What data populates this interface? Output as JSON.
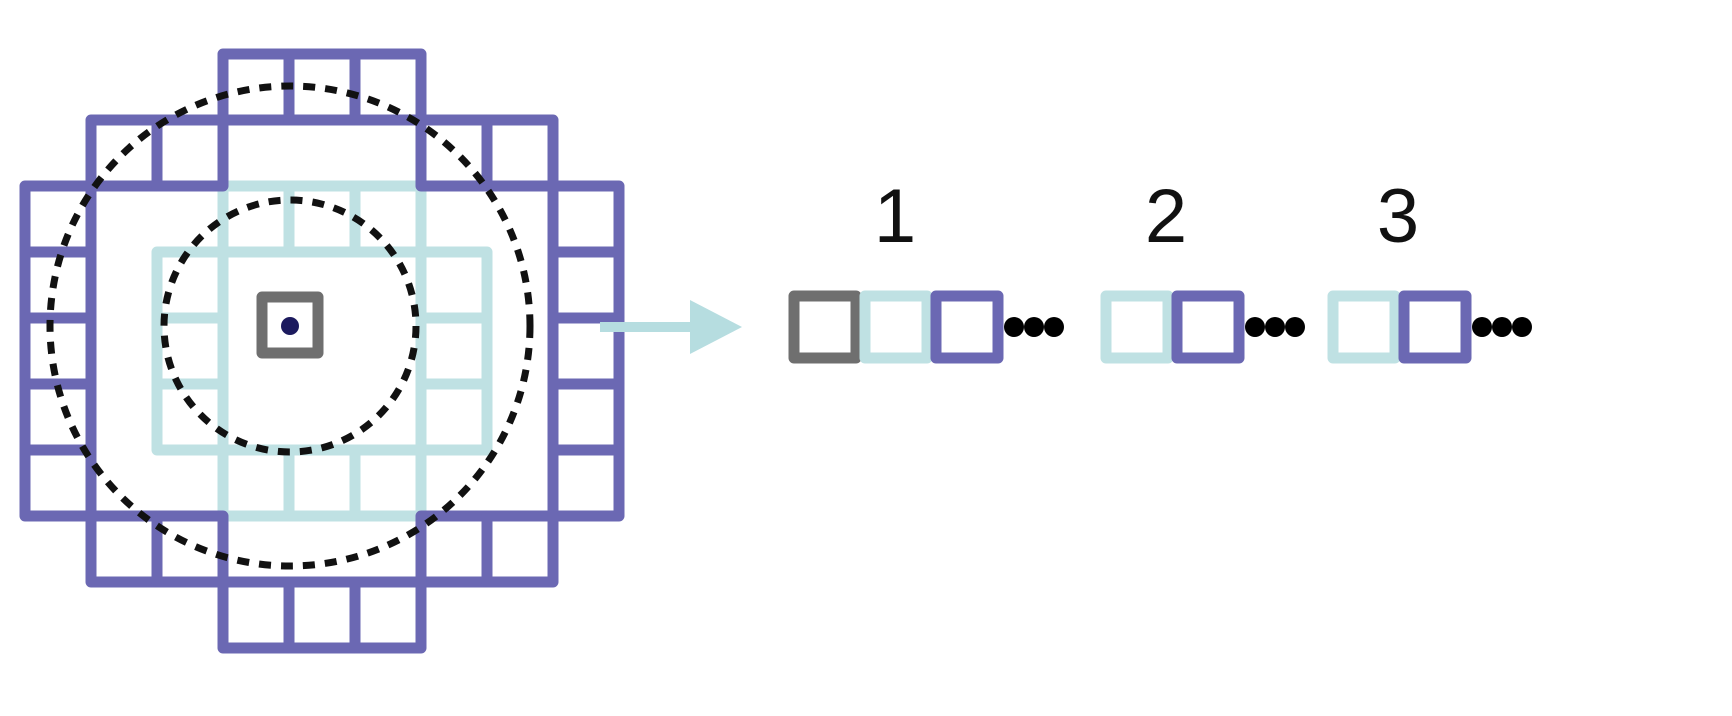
{
  "colors": {
    "outer_ring": "#6b68b3",
    "inner_ring": "#bfe1e3",
    "center": "#6f6f6f",
    "center_dot": "#1c1a5e",
    "arrow": "#b6dde0",
    "dashed_circle": "#111111",
    "ellipsis": "#000000"
  },
  "sequence": {
    "groups": [
      {
        "label": "1",
        "cells": [
          "center",
          "inner_ring",
          "outer_ring"
        ]
      },
      {
        "label": "2",
        "cells": [
          "inner_ring",
          "outer_ring"
        ]
      },
      {
        "label": "3",
        "cells": [
          "inner_ring",
          "outer_ring"
        ]
      }
    ]
  }
}
